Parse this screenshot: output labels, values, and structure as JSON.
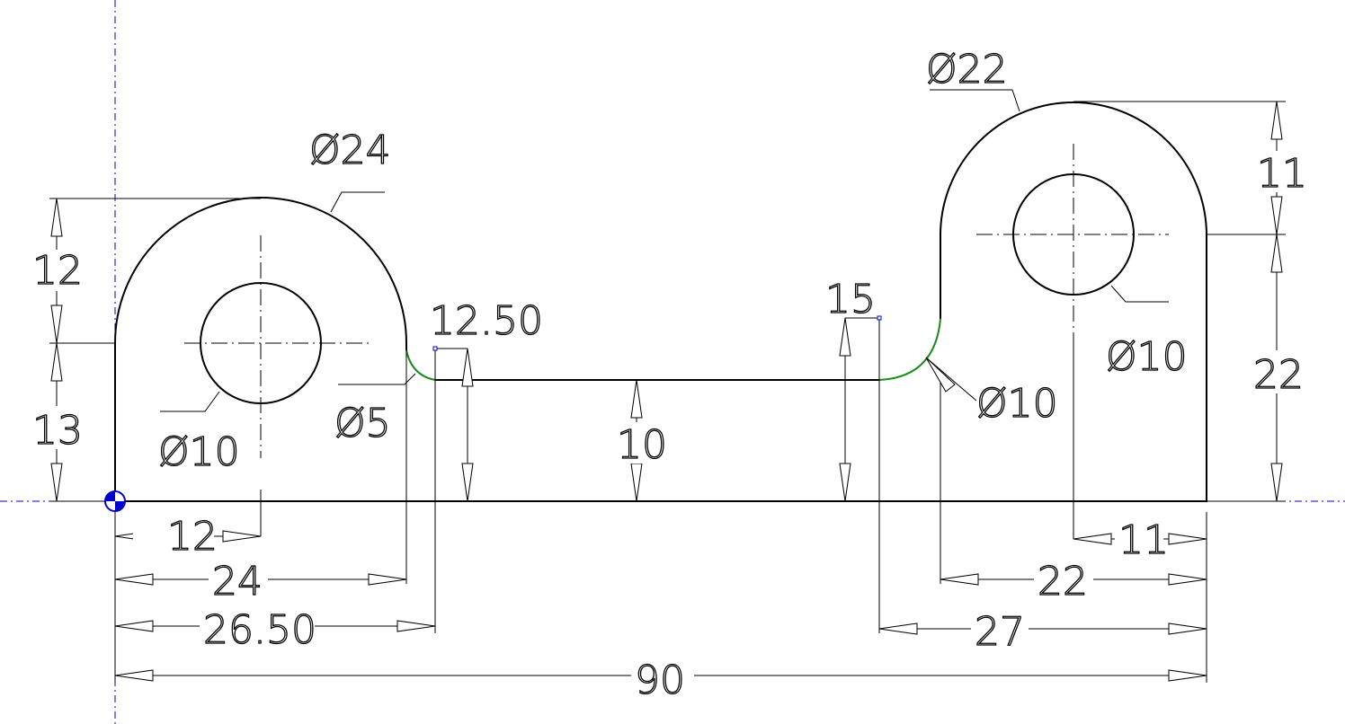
{
  "colors": {
    "outline": "#000000",
    "fillet": "#1a8a1a",
    "axis": "#0000cc",
    "origin": "#0000cc",
    "background": "#ffffff"
  },
  "dimensions": {
    "left_arc_diameter": "Ø24",
    "left_hole_diameter": "Ø10",
    "left_fillet_diameter": "Ø5",
    "left_height_upper": "12",
    "left_height_lower": "13",
    "web_left_height": "12.50",
    "web_thickness": "10",
    "web_right_height": "15",
    "right_fillet_diameter": "Ø10",
    "right_arc_diameter": "Ø22",
    "right_hole_diameter": "Ø10",
    "right_height_upper": "11",
    "right_height_lower": "22",
    "bottom_12": "12",
    "bottom_24": "24",
    "bottom_26_50": "26.50",
    "bottom_90": "90",
    "bottom_11": "11",
    "bottom_22": "22",
    "bottom_27": "27"
  }
}
